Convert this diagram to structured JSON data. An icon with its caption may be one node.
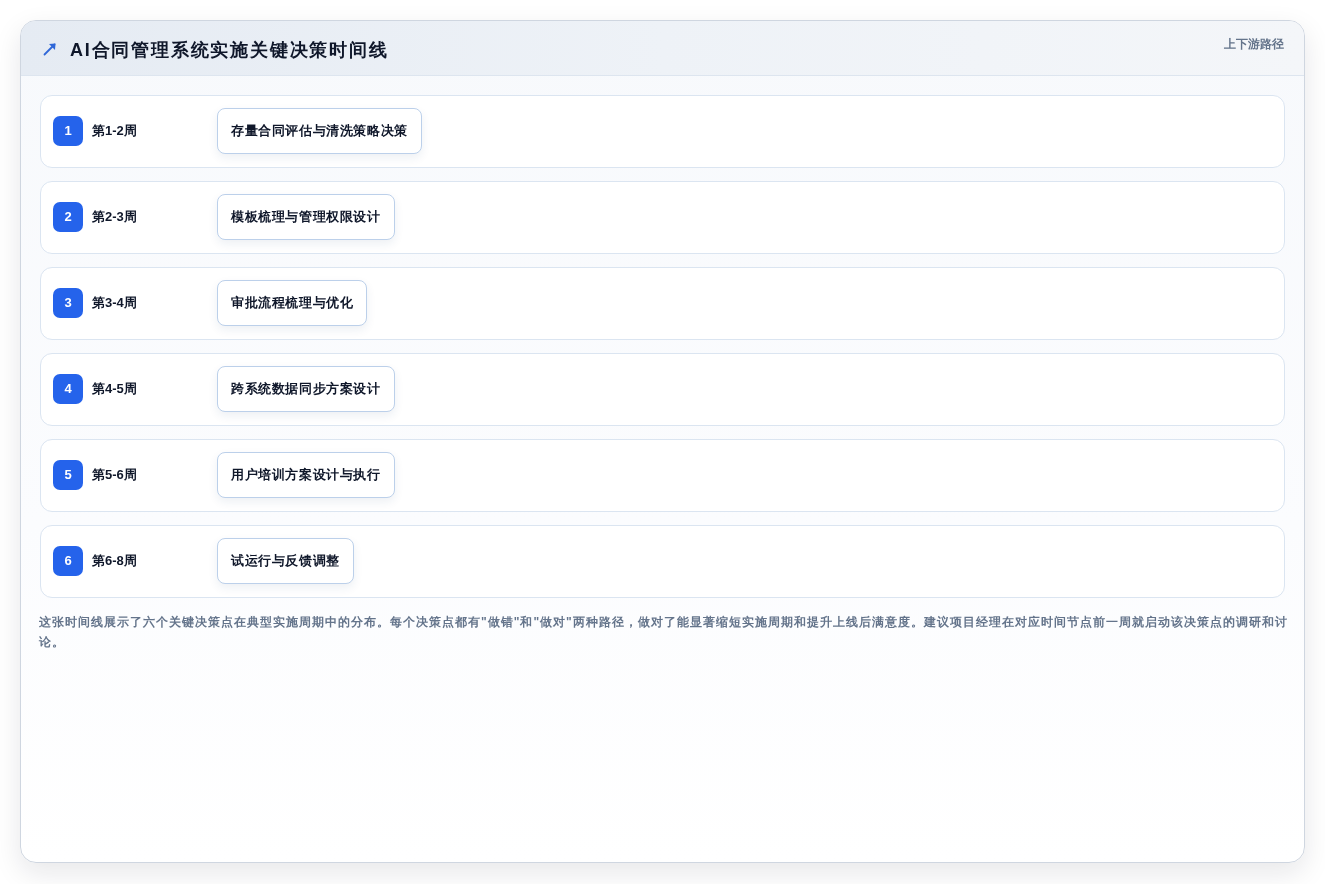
{
  "diagram": {
    "title": "AI合同管理系统实施关键决策时间线",
    "caption": "这张时间线展示了六个关键决策点在典型实施周期中的分布。每个决策点都有\"做错\"和\"做对\"两种路径，做对了能显著缩短实施周期和提升上线后满意度。建议项目经理在对应时间节点前一周就启动该决策点的调研和讨论。",
    "labels": [
      "上下游路径"
    ],
    "nodes": [
      {
        "text": [
          "第1-2周"
        ]
      },
      {
        "text": [
          "1"
        ],
        "in": 0
      },
      {
        "text": [
          "存量合同评估与清洗策略决策"
        ],
        "in": 0
      },
      {
        "text": [
          "第2-3周"
        ]
      },
      {
        "text": [
          "2"
        ],
        "in": 3
      },
      {
        "text": [
          "模板梳理与管理权限设计"
        ],
        "in": 3
      },
      {
        "text": [
          "第3-4周"
        ]
      },
      {
        "text": [
          "3"
        ],
        "in": 6
      },
      {
        "text": [
          "审批流程梳理与优化"
        ],
        "in": 6
      },
      {
        "text": [
          "第4-5周"
        ]
      },
      {
        "text": [
          "4"
        ],
        "in": 9
      },
      {
        "text": [
          "跨系统数据同步方案设计"
        ],
        "in": 9
      },
      {
        "text": [
          "第5-6周"
        ]
      },
      {
        "text": [
          "5"
        ],
        "in": 12
      },
      {
        "text": [
          "用户培训方案设计与执行"
        ],
        "in": 12
      },
      {
        "text": [
          "第6-8周"
        ]
      },
      {
        "text": [
          "6"
        ],
        "in": 15
      },
      {
        "text": [
          "试运行与反馈调整"
        ],
        "in": 15
      }
    ]
  }
}
